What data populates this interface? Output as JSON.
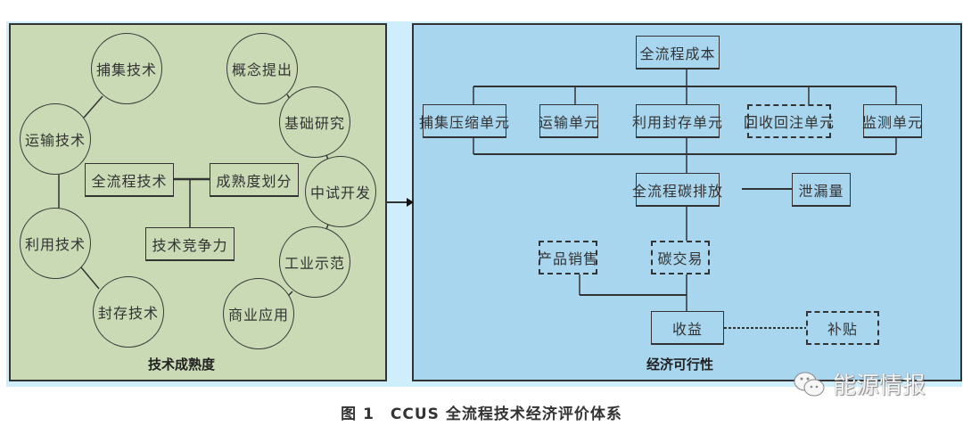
{
  "left_panel": {
    "title": "技术成熟度",
    "tech_circles": [
      "捕集技术",
      "运输技术",
      "利用技术",
      "封存技术"
    ],
    "maturity_circles": [
      "概念提出",
      "基础研究",
      "中试开发",
      "工业示范",
      "商业应用"
    ],
    "boxes": {
      "full_process_tech": "全流程技术",
      "maturity_division": "成熟度划分",
      "tech_competitiveness": "技术竞争力"
    }
  },
  "right_panel": {
    "title": "经济可行性",
    "full_cost": "全流程成本",
    "units": [
      {
        "label": "捕集压缩单元",
        "style": "solid"
      },
      {
        "label": "运输单元",
        "style": "solid"
      },
      {
        "label": "利用封存单元",
        "style": "solid"
      },
      {
        "label": "回收回注单元",
        "style": "dashed"
      },
      {
        "label": "监测单元",
        "style": "solid"
      }
    ],
    "full_emission": "全流程碳排放",
    "leakage": "泄漏量",
    "product_sales": "产品销售",
    "carbon_trading": "碳交易",
    "revenue": "收益",
    "subsidy": "补贴"
  },
  "caption": "图 1　CCUS 全流程技术经济评价体系",
  "watermark": "能源情报",
  "colors": {
    "left_bg": "#c9dab5",
    "right_bg": "#a9d6ef",
    "outer_bg": "#cdeefa",
    "line": "#333333"
  }
}
